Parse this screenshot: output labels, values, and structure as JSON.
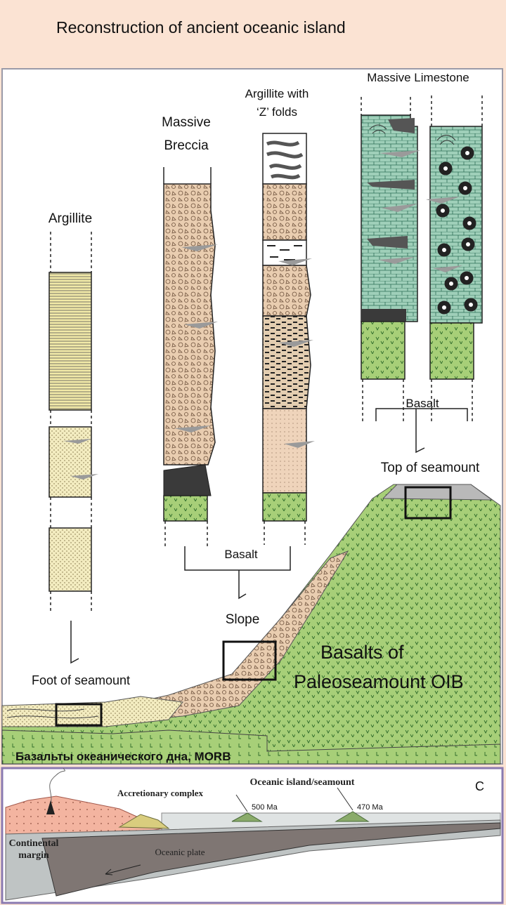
{
  "title": "Reconstruction of ancient oceanic island",
  "columns": {
    "argillite": "Argillite",
    "breccia_line1": "Massive",
    "breccia_line2": "Breccia",
    "zfolds_line1": "Argillite with",
    "zfolds_line2": "‘Z’ folds",
    "limestone": "Massive Limestone"
  },
  "brackets": {
    "basalt_slope": "Basalt",
    "basalt_top": "Basalt"
  },
  "locations": {
    "top": "Top of seamount",
    "slope": "Slope",
    "foot": "Foot of seamount"
  },
  "main_label": {
    "line1": "Basalts of",
    "line2": "Paleoseamount OIB"
  },
  "morb_label": "Базальты океанического дна, MORB",
  "inset": {
    "panel_letter": "C",
    "oceanic_island": "Oceanic island/seamount",
    "accretionary": "Accretionary complex",
    "age1": "500 Ma",
    "age2": "470 Ma",
    "continental_1": "Continental",
    "continental_2": "margin",
    "oceanic_plate": "Oceanic plate"
  },
  "colors": {
    "header_bg": "#fbe3d3",
    "basalt_green": "#a7cf78",
    "breccia_tan": "#e9cdb0",
    "limestone_teal": "#9fcfb9",
    "argillite_yellow": "#f2eaa8",
    "inset_pink": "#f3b4a0",
    "inset_sea": "#dfe3e3",
    "plate": "#7f7673"
  }
}
